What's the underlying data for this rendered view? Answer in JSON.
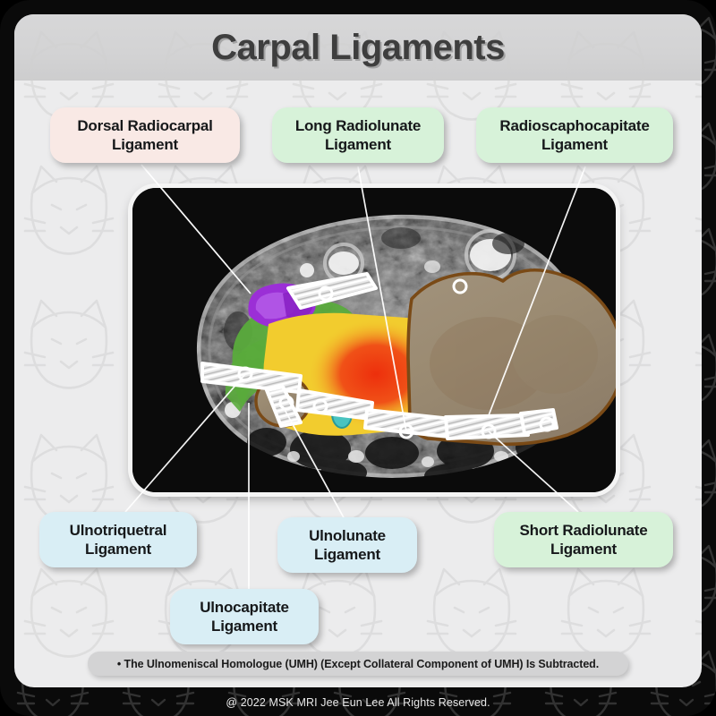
{
  "poster": {
    "title": "Carpal Ligaments",
    "footnote": "• The Ulnomeniscal Homologue (UMH) (Except Collateral Component of UMH) Is Subtracted.",
    "copyright": "@ 2022 MSK MRI Jee Eun Lee All Rights Reserved.",
    "background_color": "#ececed",
    "frame_color": "#0a0a0a",
    "titlebar_color": "#d4d4d5",
    "title_color": "#3e3e3e",
    "watermark": "cat-face-pattern"
  },
  "labels": {
    "dorsal_radiocarpal": {
      "line1": "Dorsal Radiocarpal",
      "line2": "Ligament",
      "color": "#f9e9e5",
      "color_name": "pink"
    },
    "long_radiolunate": {
      "line1": "Long Radiolunate",
      "line2": "Ligament",
      "color": "#d7f2d9",
      "color_name": "mint"
    },
    "radioscaphocapitate": {
      "line1": "Radioscaphocapitate",
      "line2": "Ligament",
      "color": "#d7f2d9",
      "color_name": "mint"
    },
    "ulnotriquetral": {
      "line1": "Ulnotriquetral",
      "line2": "Ligament",
      "color": "#d9eef5",
      "color_name": "blue"
    },
    "ulnolunate": {
      "line1": "Ulnolunate",
      "line2": "Ligament",
      "color": "#d9eef5",
      "color_name": "blue"
    },
    "ulnocapitate": {
      "line1": "Ulnocapitate",
      "line2": "Ligament",
      "color": "#d9eef5",
      "color_name": "blue"
    },
    "short_radiolunate": {
      "line1": "Short Radiolunate",
      "line2": "Ligament",
      "color": "#d7f2d9",
      "color_name": "mint"
    }
  },
  "mri": {
    "description": "Axial wrist MRI with color-coded anatomical overlays",
    "panel_background": "#0c0c0c",
    "overlays": [
      {
        "name": "carpal-bone-region",
        "color": "#9a8a72",
        "outline": "#7a4a16"
      },
      {
        "name": "yellow-region",
        "color": "#f2cc2e"
      },
      {
        "name": "red-region",
        "color": "#e8401c"
      },
      {
        "name": "green-region",
        "color": "#5aab3c"
      },
      {
        "name": "purple-region",
        "color": "#9b2fd6"
      },
      {
        "name": "teal-region",
        "color": "#49c3c0"
      },
      {
        "name": "brown-ellipse",
        "color": "#9a8a72",
        "outline": "#7a4a16"
      }
    ],
    "ligament_bands_color": "#ffffff",
    "leader_line_color": "#ffffff"
  }
}
